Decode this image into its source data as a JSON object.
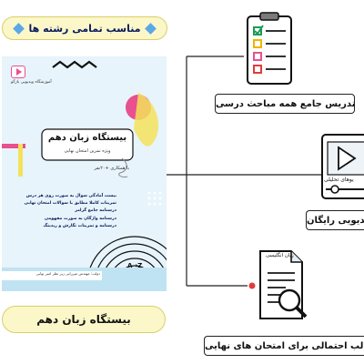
{
  "top_badge": {
    "text": "مناسب تمامی رشته ها"
  },
  "cover": {
    "brand": "آموزشگاه ویدیویی بازگو",
    "title": "بیستگاه زبان دهم",
    "subtitle": "ویژه تمرین امتحان نهایی",
    "edition": "با همکاری +۲۰نفر",
    "bullets": [
      "بیست آمادگی سوال به صورت روی هر درس",
      "تمرینات کاملا مطابق با سوالات امتحان نهایی",
      "درسنامه جامع گرامر",
      "درسنامه واژگان به صورت مفهومی",
      "درسنامه و تمرینات نگارش و ریدینگ"
    ],
    "authors": "دولت: مهندس میرزایی زیر نظر امیر نوایی",
    "az_logo": "A→Z"
  },
  "bottom_badge": {
    "text": "بیستگاه زبان دهم"
  },
  "features": [
    {
      "label": "تدریس جامع همه مباحث درسی",
      "icon": "checklist-icon"
    },
    {
      "label": "ه ویدیویی رایگان",
      "icon": "video-player-icon",
      "icon_text": "یوهای تحلیلی"
    },
    {
      "label": "ش مطالب احتمالی برای امتحان های نهایی",
      "icon": "magnifier-document-icon",
      "icon_text": "زبان انگلیسی"
    }
  ],
  "colors": {
    "pill_bg": "#fbf7c9",
    "navy": "#0b1c5a",
    "accent_blue": "#5aa8e6",
    "accent_pink": "#e8508f",
    "accent_yellow": "#f3e25a"
  }
}
